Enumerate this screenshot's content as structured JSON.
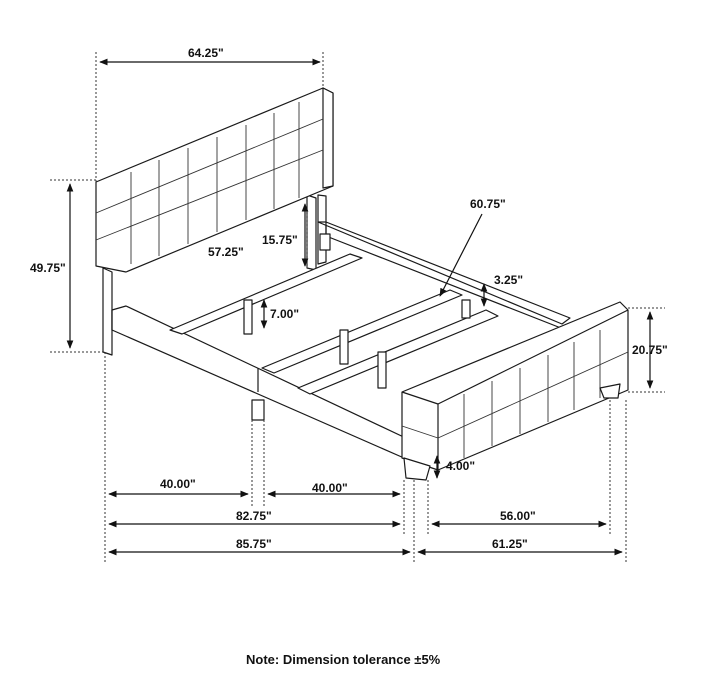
{
  "dimensions": {
    "headboard_width": "64.25\"",
    "headboard_height": "49.75\"",
    "rail_length_inner": "57.25\"",
    "headboard_leg_clearance": "15.75\"",
    "inner_width": "60.75\"",
    "rail_depth": "3.25\"",
    "slat_clearance": "7.00\"",
    "footboard_height": "20.75\"",
    "foot_leg_height": "4.00\"",
    "rail_half_a": "40.00\"",
    "rail_half_b": "40.00\"",
    "inner_length": "82.75\"",
    "overall_length": "85.75\"",
    "footboard_inner_width": "56.00\"",
    "overall_width": "61.25\""
  },
  "note": "Note: Dimension tolerance ±5%"
}
